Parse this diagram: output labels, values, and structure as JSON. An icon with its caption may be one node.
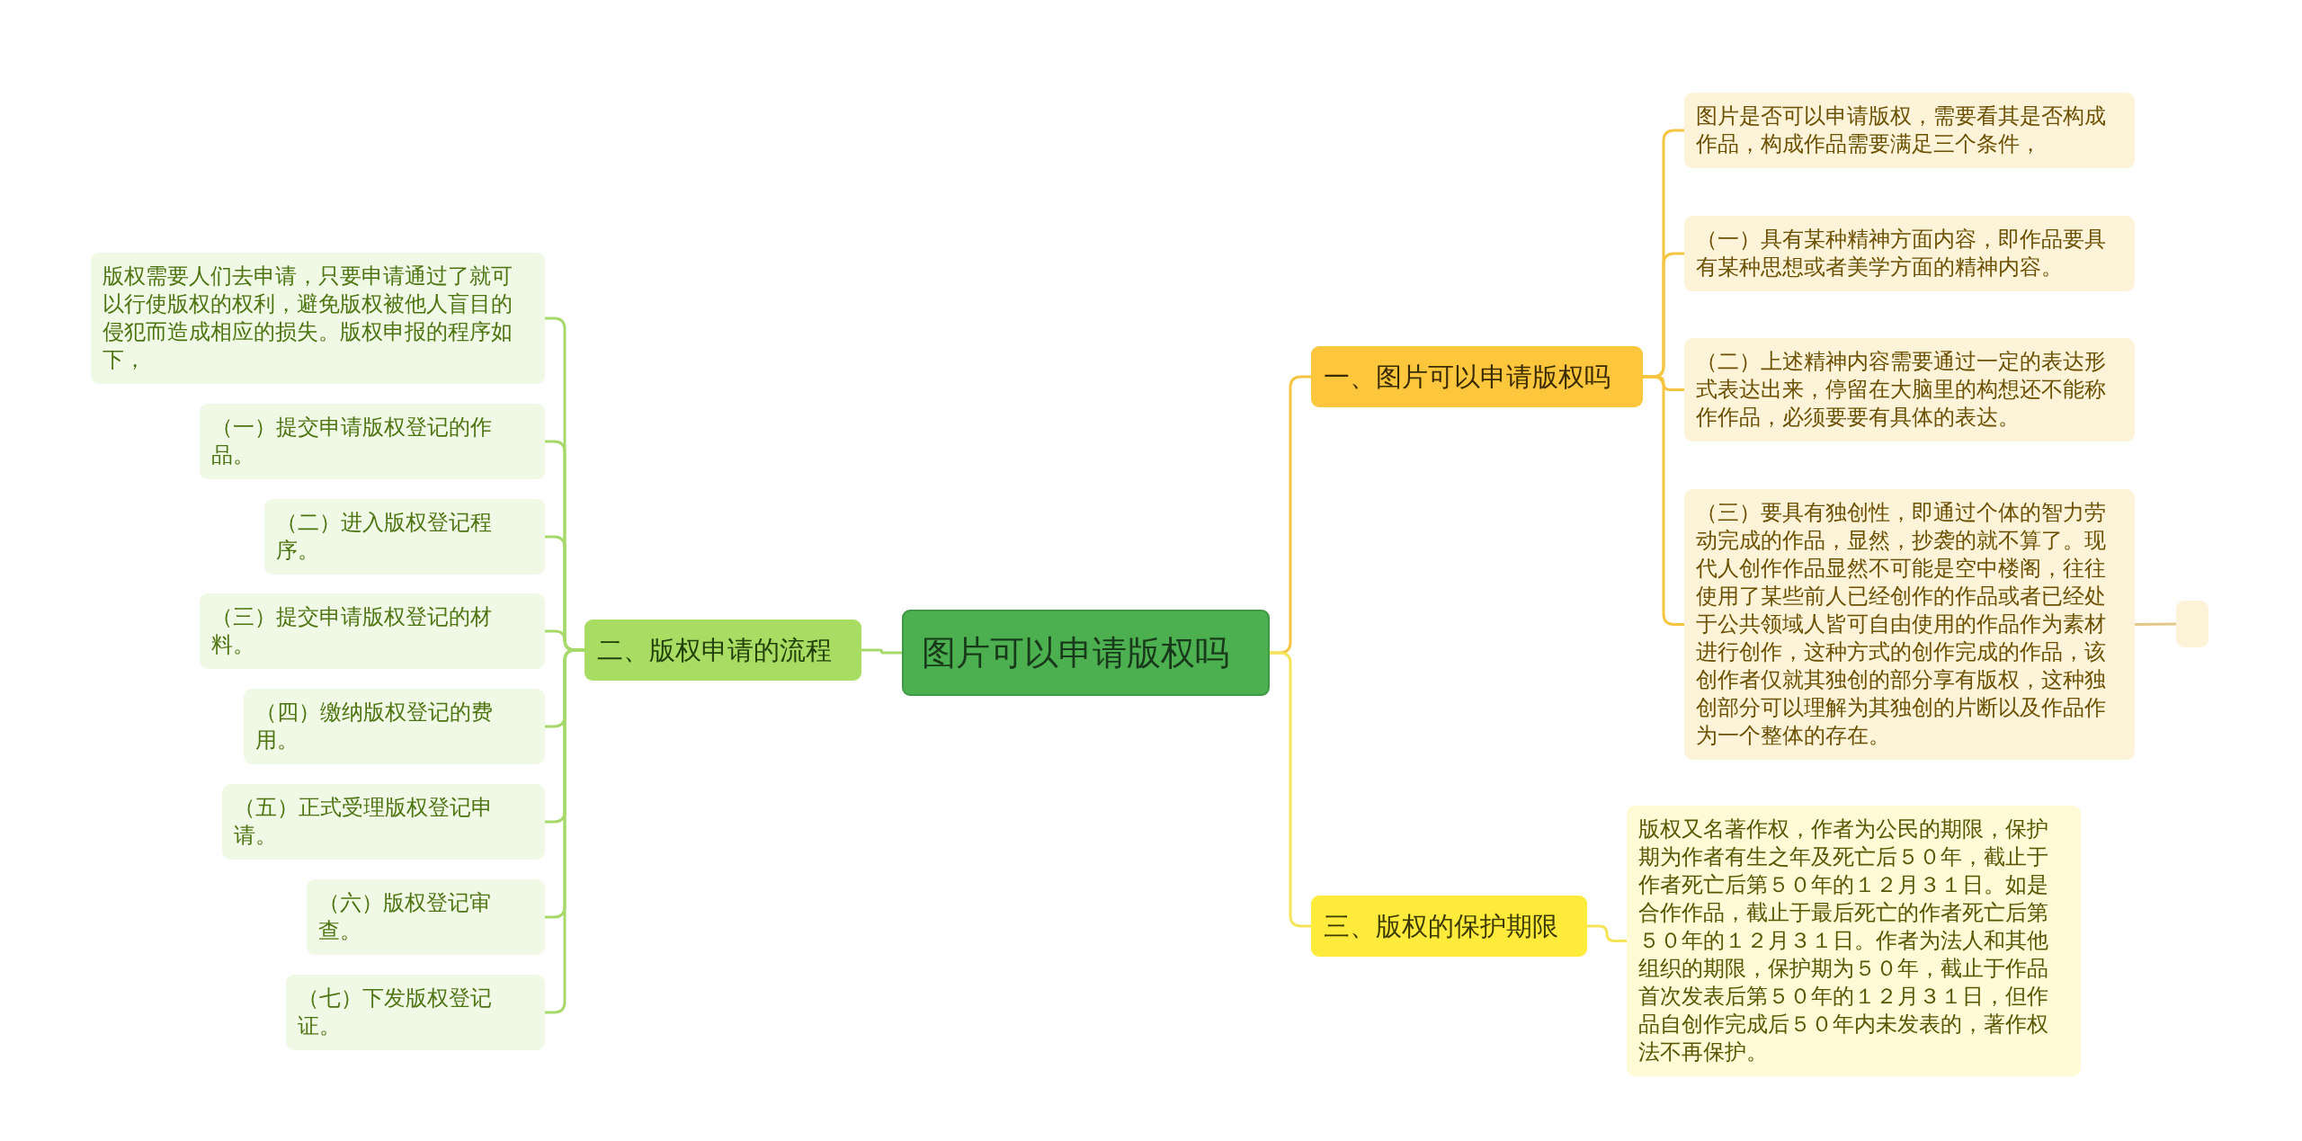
{
  "diagram": {
    "nodes": [
      {
        "text": [
          "图片可以申请版权吗"
        ]
      },
      {
        "text": [
          "一、图片可以申请版权吗"
        ]
      },
      {
        "text": [
          "图片是否可以申请版权，需要看其是否构成作品，构成作品需要满足三个条件，"
        ]
      },
      {
        "text": [
          "（一）具有某种精神方面内容，即作品要具有某种思想或者美学方面的精神内容。"
        ]
      },
      {
        "text": [
          "（二）上述精神内容需要通过一定的表达形式表达出来，停留在大脑里的构想还不能称作作品，必须要要有具体的表达。"
        ]
      },
      {
        "text": [
          "（三）要具有独创性，即通过个体的智力劳动完成的作品，显然，抄袭的就不算了。现代人创作作品显然不可能是空中楼阁，往往使用了某些前人已经创作的作品或者已经处于公共领域人皆可自由使用的作品作为素材进行创作，这种方式的创作完成的作品，该创作者仅就其独创的部分享有版权，这种独创部分可以理解为其独创的片断以及作品作为一个整体的存在。"
        ]
      },
      {
        "text": [],
        "shape": "box"
      },
      {
        "text": [
          "二、版权申请的流程"
        ]
      },
      {
        "text": [
          "版权需要人们去申请，只要申请通过了就可以行使版权的权利，避免版权被他人盲目的侵犯而造成相应的损失。版权申报的程序如下，"
        ]
      },
      {
        "text": [
          "（一）提交申请版权登记的作品。"
        ]
      },
      {
        "text": [
          "（二）进入版权登记程序。"
        ]
      },
      {
        "text": [
          "（三）提交申请版权登记的材料。"
        ]
      },
      {
        "text": [
          "（四）缴纳版权登记的费用。"
        ]
      },
      {
        "text": [
          "（五）正式受理版权登记申请。"
        ]
      },
      {
        "text": [
          "（六）版权登记审查。"
        ]
      },
      {
        "text": [
          "（七）下发版权登记证。"
        ]
      },
      {
        "text": [
          "三、版权的保护期限"
        ]
      },
      {
        "text": [
          "版权又名著作权，作者为公民的期限，保护期为作者有生之年及死亡后５０年，截止于作者死亡后第５０年的１２月３１日。如是合作作品，截止于最后死亡的作者死亡后第５０年的１２月３１日。作者为法人和其他组织的期限，保护期为５０年，截止于作品首次发表后第５０年的１２月３１日，但作品自创作完成后５０年内未发表的，著作权法不再保护。"
        ]
      }
    ],
    "edges": [
      {
        "from": 0,
        "to": 1,
        "arrow": "none",
        "color": "#f5c542"
      },
      {
        "from": 1,
        "to": 2,
        "arrow": "none",
        "color": "#f5c542"
      },
      {
        "from": 1,
        "to": 3,
        "arrow": "none",
        "color": "#f5c542"
      },
      {
        "from": 1,
        "to": 4,
        "arrow": "none",
        "color": "#f5c542"
      },
      {
        "from": 1,
        "to": 5,
        "arrow": "none",
        "color": "#f5c542"
      },
      {
        "from": 5,
        "to": 6,
        "arrow": "none",
        "color": "#e2c98a"
      },
      {
        "from": 0,
        "to": 7,
        "arrow": "none"
      },
      {
        "from": 7,
        "to": 8,
        "arrow": "none"
      },
      {
        "from": 7,
        "to": 9,
        "arrow": "none"
      },
      {
        "from": 7,
        "to": 10,
        "arrow": "none"
      },
      {
        "from": 7,
        "to": 11,
        "arrow": "none"
      },
      {
        "from": 7,
        "to": 12,
        "arrow": "none"
      },
      {
        "from": 7,
        "to": 13,
        "arrow": "none"
      },
      {
        "from": 7,
        "to": 14,
        "arrow": "none"
      },
      {
        "from": 7,
        "to": 15,
        "arrow": "none"
      },
      {
        "from": 0,
        "to": 16,
        "arrow": "none",
        "color": "#f5e35a"
      },
      {
        "from": 16,
        "to": 17,
        "arrow": "none",
        "color": "#f5e35a"
      }
    ]
  }
}
